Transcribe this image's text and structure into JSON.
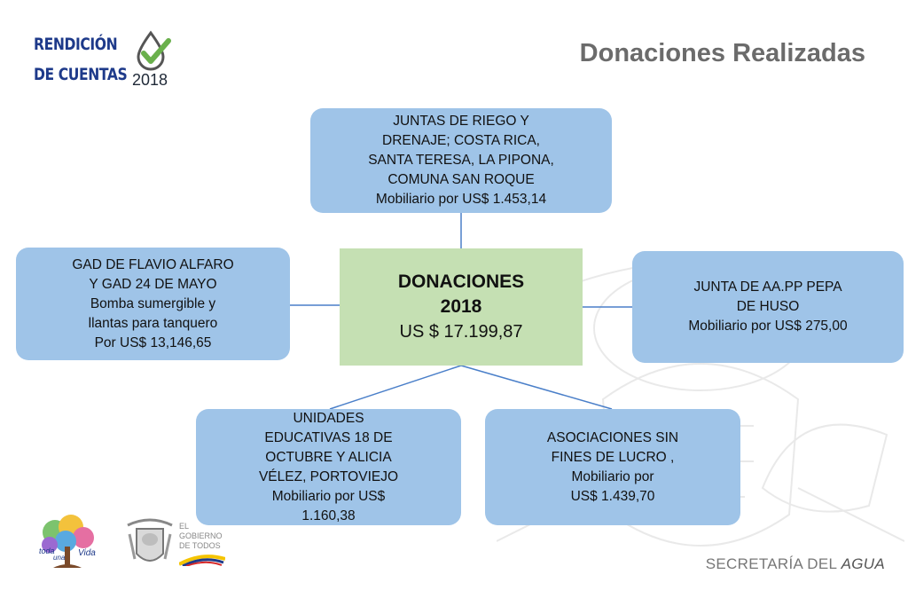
{
  "header": {
    "logo_line1": "RENDICIÓN",
    "logo_line2": "DE CUENTAS",
    "logo_year": "2018",
    "title": "Donaciones Realizadas"
  },
  "diagram": {
    "center": {
      "heading_line1": "DONACIONES",
      "heading_line2": "2018",
      "amount": "US $ 17.199,87"
    },
    "nodes": {
      "top": [
        "JUNTAS DE RIEGO Y",
        "DRENAJE; COSTA RICA,",
        "SANTA TERESA, LA PIPONA,",
        "COMUNA SAN ROQUE",
        "Mobiliario por US$ 1.453,14"
      ],
      "left": [
        "GAD DE FLAVIO ALFARO",
        "Y GAD 24 DE MAYO",
        "Bomba sumergible y",
        "llantas para tanquero",
        "Por US$ 13,146,65"
      ],
      "right": [
        "JUNTA DE AA.PP PEPA",
        "DE HUSO",
        "Mobiliario por US$ 275,00"
      ],
      "bottom_left": [
        "UNIDADES",
        "EDUCATIVAS 18 DE",
        "OCTUBRE Y ALICIA",
        "VÉLEZ, PORTOVIEJO",
        "Mobiliario por US$",
        "1.160,38"
      ],
      "bottom_right": [
        "ASOCIACIONES SIN",
        "FINES DE LUCRO ,",
        "Mobiliario por",
        "US$ 1.439,70"
      ]
    }
  },
  "footer": {
    "logo1_text_a": "toda",
    "logo1_text_b": "una",
    "logo1_text_c": "Vida",
    "gov_line1": "EL",
    "gov_line2": "GOBIERNO",
    "gov_line3": "DE TODOS",
    "secretaria": "SECRETARÍA DEL",
    "agua": "AGUA"
  },
  "colors": {
    "node_blue": "#9fc4e8",
    "center_green": "#c5e0b3",
    "connector": "#4a7fc9",
    "logo_blue": "#1e3a8a",
    "check_green": "#6ab04c"
  }
}
